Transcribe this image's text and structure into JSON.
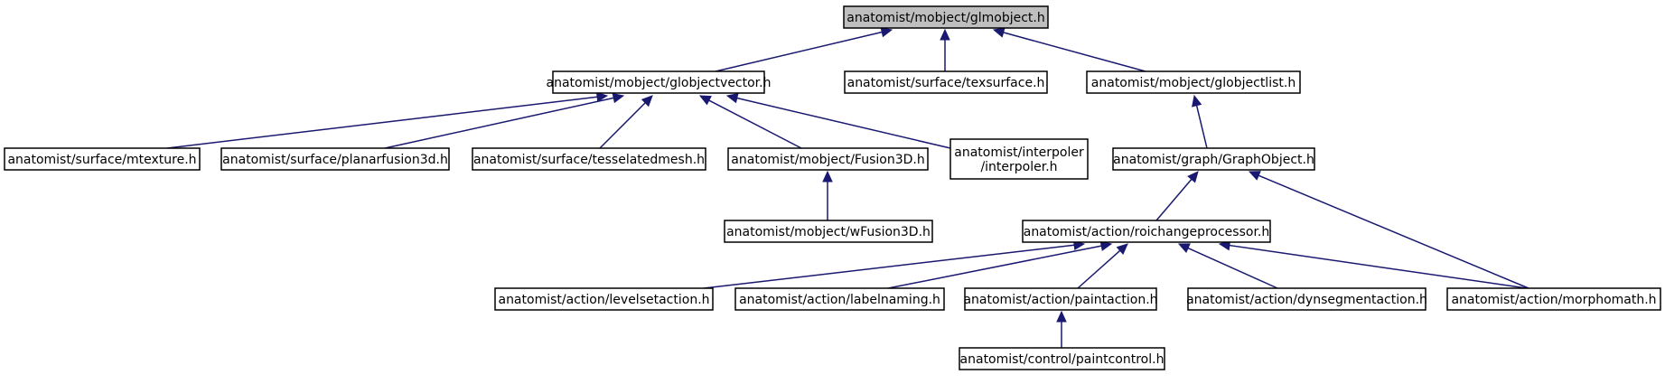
{
  "colors": {
    "edge": "#191970",
    "root_fill": "#bfbfbf",
    "node_fill": "#ffffff",
    "border": "#000000"
  },
  "nodes": [
    {
      "id": "glmobject",
      "lines": [
        "anatomist/mobject/glmobject.h"
      ],
      "root": true
    },
    {
      "id": "globjectvector",
      "lines": [
        "anatomist/mobject/globjectvector.h"
      ]
    },
    {
      "id": "texsurface",
      "lines": [
        "anatomist/surface/texsurface.h"
      ]
    },
    {
      "id": "globjectlist",
      "lines": [
        "anatomist/mobject/globjectlist.h"
      ]
    },
    {
      "id": "mtexture",
      "lines": [
        "anatomist/surface/mtexture.h"
      ]
    },
    {
      "id": "planarfusion3d",
      "lines": [
        "anatomist/surface/planarfusion3d.h"
      ]
    },
    {
      "id": "tesselatedmesh",
      "lines": [
        "anatomist/surface/tesselatedmesh.h"
      ]
    },
    {
      "id": "fusion3d",
      "lines": [
        "anatomist/mobject/Fusion3D.h"
      ]
    },
    {
      "id": "interpoler",
      "lines": [
        "anatomist/interpoler",
        "/interpoler.h"
      ]
    },
    {
      "id": "graphobject",
      "lines": [
        "anatomist/graph/GraphObject.h"
      ]
    },
    {
      "id": "wfusion3d",
      "lines": [
        "anatomist/mobject/wFusion3D.h"
      ]
    },
    {
      "id": "roichangeprocessor",
      "lines": [
        "anatomist/action/roichangeprocessor.h"
      ]
    },
    {
      "id": "levelsetaction",
      "lines": [
        "anatomist/action/levelsetaction.h"
      ]
    },
    {
      "id": "labelnaming",
      "lines": [
        "anatomist/action/labelnaming.h"
      ]
    },
    {
      "id": "paintaction",
      "lines": [
        "anatomist/action/paintaction.h"
      ]
    },
    {
      "id": "dynsegmentaction",
      "lines": [
        "anatomist/action/dynsegmentaction.h"
      ]
    },
    {
      "id": "morphomath",
      "lines": [
        "anatomist/action/morphomath.h"
      ]
    },
    {
      "id": "paintcontrol",
      "lines": [
        "anatomist/control/paintcontrol.h"
      ]
    }
  ],
  "edges": [
    {
      "from": "globjectvector",
      "to": "glmobject"
    },
    {
      "from": "texsurface",
      "to": "glmobject"
    },
    {
      "from": "globjectlist",
      "to": "glmobject"
    },
    {
      "from": "mtexture",
      "to": "globjectvector"
    },
    {
      "from": "planarfusion3d",
      "to": "globjectvector"
    },
    {
      "from": "tesselatedmesh",
      "to": "globjectvector"
    },
    {
      "from": "fusion3d",
      "to": "globjectvector"
    },
    {
      "from": "interpoler",
      "to": "globjectvector"
    },
    {
      "from": "graphobject",
      "to": "globjectlist"
    },
    {
      "from": "wfusion3d",
      "to": "fusion3d"
    },
    {
      "from": "roichangeprocessor",
      "to": "graphobject"
    },
    {
      "from": "morphomath",
      "to": "graphobject"
    },
    {
      "from": "levelsetaction",
      "to": "roichangeprocessor"
    },
    {
      "from": "labelnaming",
      "to": "roichangeprocessor"
    },
    {
      "from": "paintaction",
      "to": "roichangeprocessor"
    },
    {
      "from": "dynsegmentaction",
      "to": "roichangeprocessor"
    },
    {
      "from": "morphomath",
      "to": "roichangeprocessor"
    },
    {
      "from": "paintcontrol",
      "to": "paintaction"
    }
  ]
}
